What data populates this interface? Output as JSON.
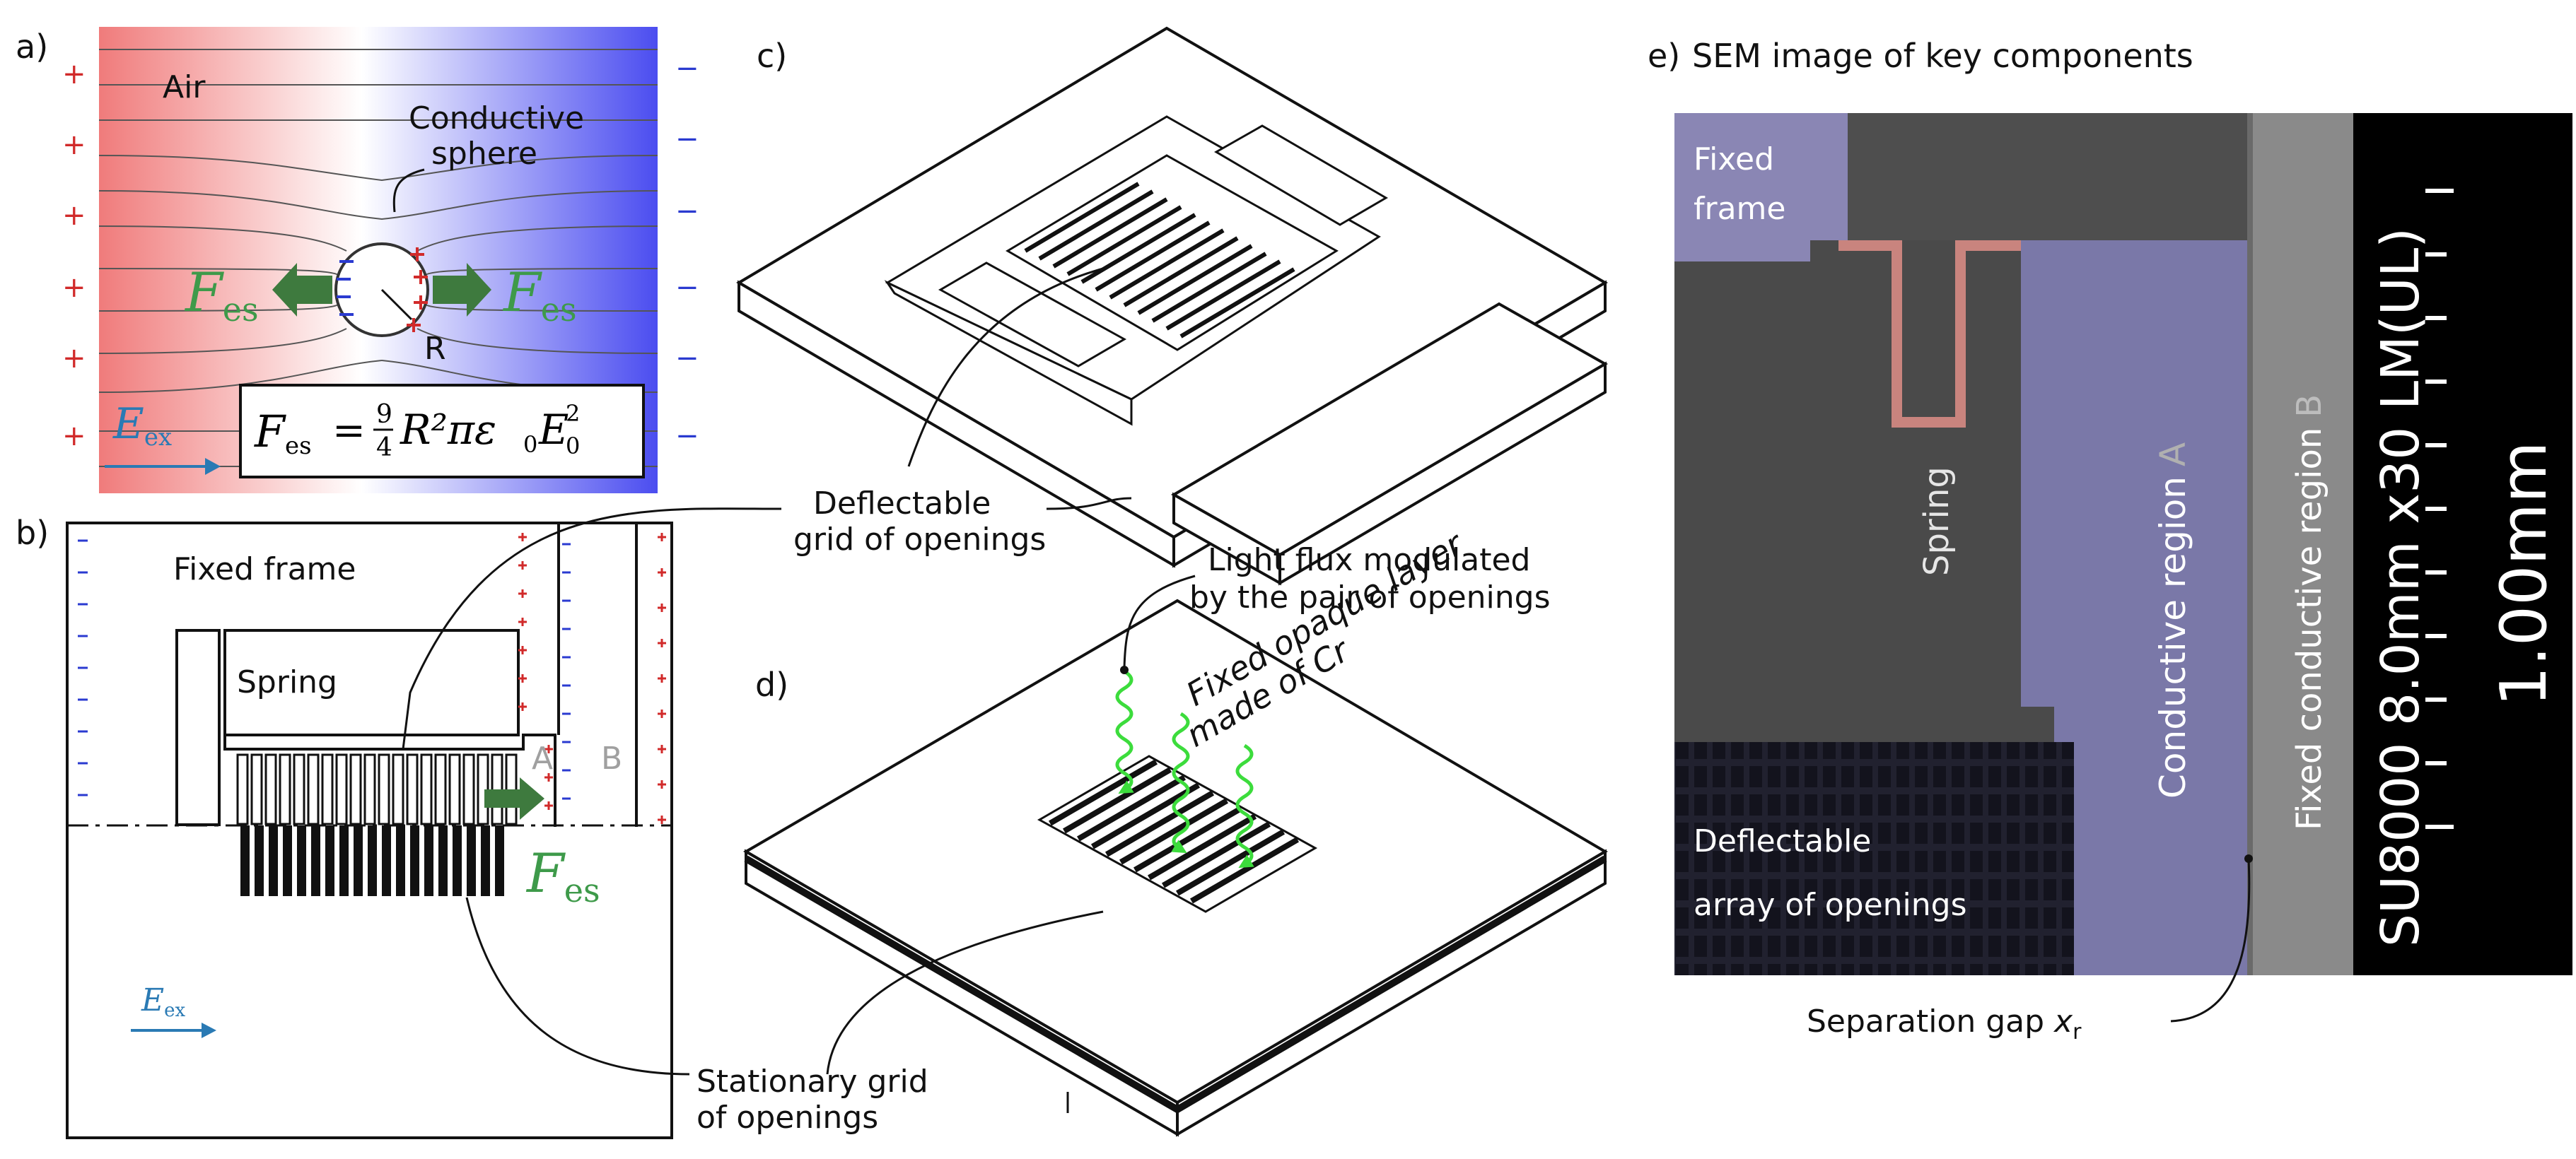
{
  "panels": {
    "a": {
      "letter": "a)",
      "air": "Air",
      "sphere_line1": "Conductive",
      "sphere_line2": "sphere",
      "force_symbol": "F",
      "force_sub": "es",
      "radius": "R",
      "field_symbol": "E",
      "field_sub": "ex",
      "formula": "F_es = 9/4 R² π ε₀ E₀²",
      "formula_parts": {
        "lhs": "F",
        "lhs_sub": "es",
        "eq": "=",
        "num": "9",
        "den": "4",
        "body": "R²πε",
        "eps_sub": "0",
        "e": "E",
        "e_sub": "0",
        "e_sup": "2"
      },
      "plus": "+",
      "minus": "−",
      "colors": {
        "positive": "#f08080",
        "negative": "#4a4af0",
        "arrow": "#3e7a3e",
        "force_text": "#3e9a4a",
        "field_arrow": "#2a7ab4"
      }
    },
    "b": {
      "letter": "b)",
      "fixed_frame": "Fixed frame",
      "spring": "Spring",
      "region_a": "A",
      "region_b": "B",
      "force_symbol": "F",
      "force_sub": "es",
      "field_symbol": "E",
      "field_sub": "ex"
    },
    "c": {
      "letter": "c)"
    },
    "d": {
      "letter": "d)",
      "opaque_line1": "Fixed opaque layer",
      "opaque_line2": "made of Cr"
    },
    "callouts": {
      "deflectable_line1": "Deflectable",
      "deflectable_line2": "grid of openings",
      "light_line1": "Light flux modulated",
      "light_line2": "by the pair of openings",
      "stationary_line1": "Stationary grid",
      "stationary_line2": "of openings"
    },
    "e": {
      "letter": "e)",
      "title": "SEM image of key components",
      "fixed_frame_line1": "Fixed",
      "fixed_frame_line2": "frame",
      "spring": "Spring",
      "conductive_a": "Conductive region",
      "conductive_a_tag": "A",
      "fixed_conductive_b": "Fixed conductive  region",
      "fixed_conductive_b_tag": "B",
      "deflectable_line1": "Deflectable",
      "deflectable_line2": "array of openings",
      "sem_info": "SU8000 8.0mm x30 LM(UL)",
      "scale": "1.00mm",
      "gap_label": "Separation gap ",
      "gap_symbol": "x",
      "gap_sub": "r"
    }
  }
}
